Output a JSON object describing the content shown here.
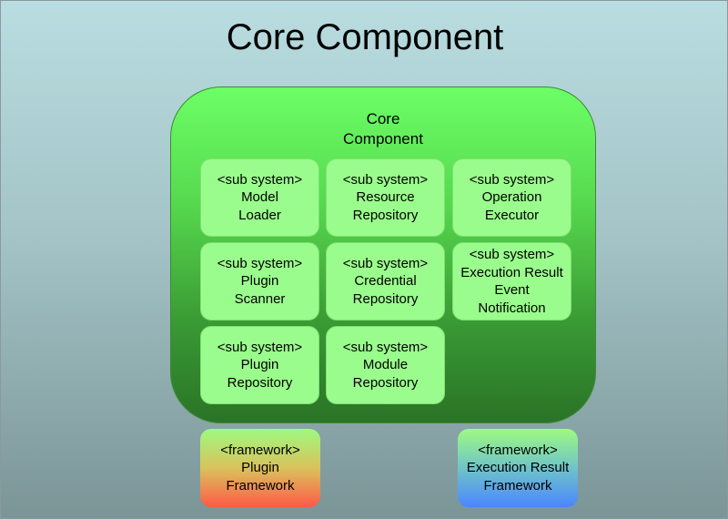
{
  "title": "Core Component",
  "core": {
    "label_line1": "Core",
    "label_line2": "Component"
  },
  "subsystems": [
    {
      "stereotype": "<sub system>",
      "lines": [
        "Model",
        "Loader"
      ]
    },
    {
      "stereotype": "<sub system>",
      "lines": [
        "Resource",
        "Repository"
      ]
    },
    {
      "stereotype": "<sub system>",
      "lines": [
        "Operation",
        "Executor"
      ]
    },
    {
      "stereotype": "<sub system>",
      "lines": [
        "Plugin",
        "Scanner"
      ]
    },
    {
      "stereotype": "<sub system>",
      "lines": [
        "Credential",
        "Repository"
      ]
    },
    {
      "stereotype": "<sub system>",
      "lines": [
        "Execution Result",
        "Event",
        "Notification"
      ]
    },
    {
      "stereotype": "<sub system>",
      "lines": [
        "Plugin",
        "Repository"
      ]
    },
    {
      "stereotype": "<sub system>",
      "lines": [
        "Module",
        "Repository"
      ]
    }
  ],
  "frameworks": [
    {
      "stereotype": "<framework>",
      "lines": [
        "Plugin",
        "Framework"
      ]
    },
    {
      "stereotype": "<framework>",
      "lines": [
        "Execution Result",
        "Framework"
      ]
    }
  ]
}
